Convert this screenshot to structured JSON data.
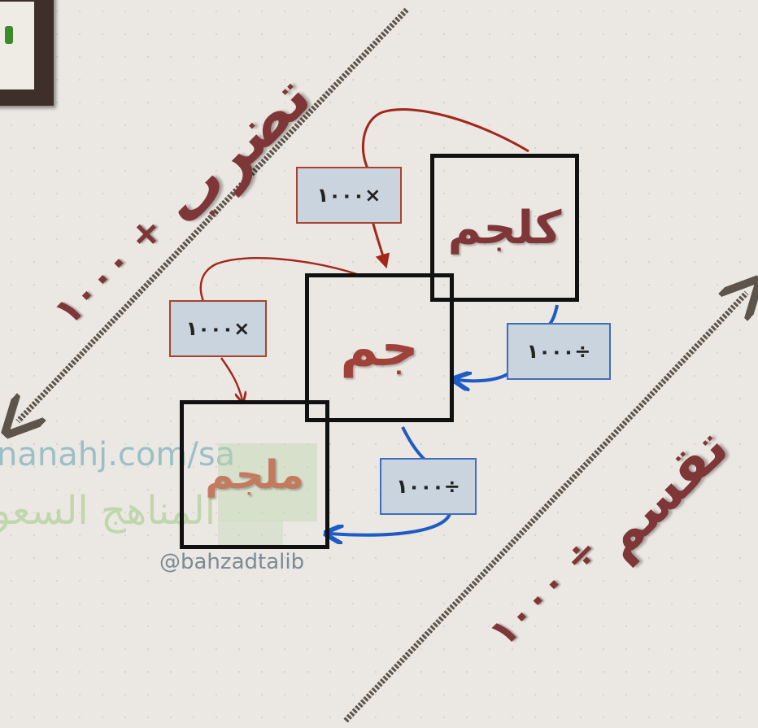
{
  "diagram": {
    "side_labels": {
      "multiply_word": "تضرب",
      "multiply_op": "١٠٠٠ +",
      "divide_word": "تقسم",
      "divide_op": "١٠٠٠ ÷"
    },
    "units": {
      "kilogram": "كلجم",
      "gram": "جم",
      "milligram": "ملجم"
    },
    "arrow_labels": {
      "kg_to_g": "١٠٠٠×",
      "g_to_mg": "١٠٠٠×",
      "g_to_kg": "١٠٠٠÷",
      "mg_to_g": "١٠٠٠÷"
    },
    "watermarks": {
      "site": "nanahj.com/sa",
      "site_arabic": "المناهج السعو",
      "handle": "@bahzadtalib"
    },
    "colors": {
      "unit_text": "#7e3736",
      "gram_text": "#a0413a",
      "mg_text": "#c47a5e",
      "red_arrow": "#a3261a",
      "blue_arrow": "#1f5bc4",
      "box_border": "#111111",
      "label_bg": "#c9d4de",
      "big_arrow": "#5d554c"
    }
  }
}
